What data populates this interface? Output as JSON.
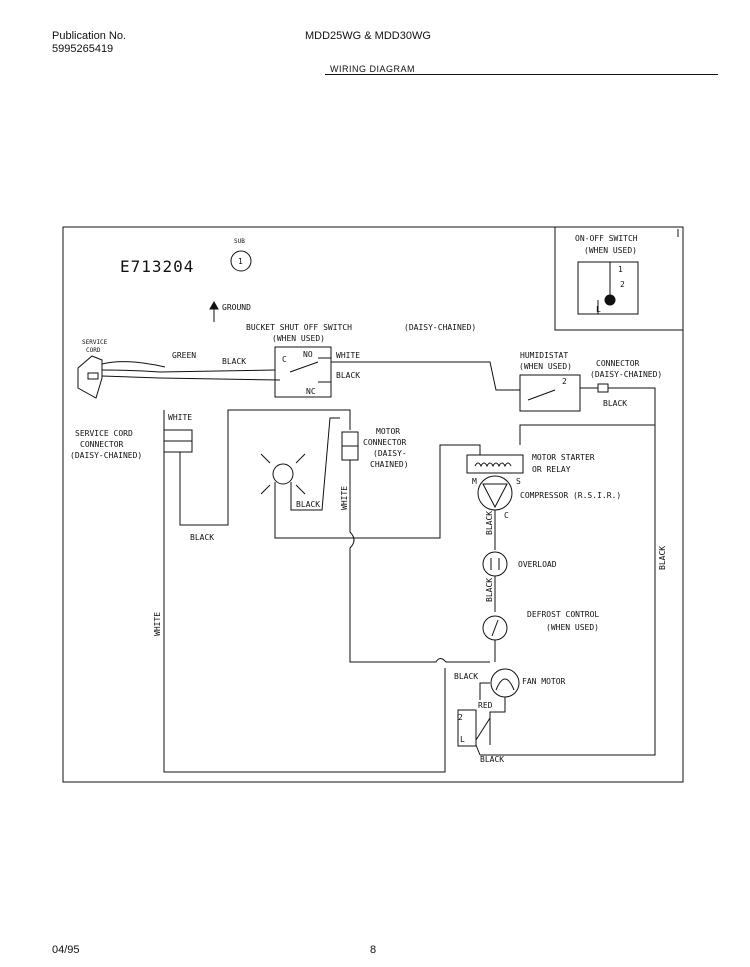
{
  "header": {
    "publication_label": "Publication No.",
    "publication_number": "5995265419",
    "models": "MDD25WG & MDD30WG",
    "section_title": "WIRING DIAGRAM"
  },
  "footer": {
    "date": "04/95",
    "page": "8"
  },
  "diagram": {
    "code": "E713204",
    "sub_label": "SUB",
    "sub_number": "1",
    "ground": "GROUND",
    "service_cord": [
      "SERVICE",
      "CORD"
    ],
    "green": "GREEN",
    "black": "BLACK",
    "white": "WHITE",
    "red": "RED",
    "bucket_switch": [
      "BUCKET SHUT OFF SWITCH",
      "(WHEN USED)"
    ],
    "daisy_chained": "(DAISY-CHAINED)",
    "sw_c": "C",
    "sw_no": "NO",
    "sw_nc": "NC",
    "humidistat": [
      "HUMIDISTAT",
      "(WHEN USED)"
    ],
    "connector": [
      "CONNECTOR",
      "(DAISY-CHAINED)"
    ],
    "on_off_switch": [
      "ON-OFF SWITCH",
      "(WHEN USED)"
    ],
    "n1": "1",
    "n2": "2",
    "l": "L",
    "service_cord_connector": [
      "SERVICE CORD",
      "CONNECTOR",
      "(DAISY-CHAINED)"
    ],
    "motor_connector": [
      "MOTOR",
      "CONNECTOR",
      "(DAISY-",
      "CHAINED)"
    ],
    "motor_starter": [
      "MOTOR STARTER",
      "OR RELAY"
    ],
    "m": "M",
    "s": "S",
    "c": "C",
    "compressor": "COMPRESSOR (R.S.I.R.)",
    "overload": "OVERLOAD",
    "defrost": [
      "DEFROST CONTROL",
      "(WHEN USED)"
    ],
    "fan_motor": "FAN MOTOR"
  }
}
